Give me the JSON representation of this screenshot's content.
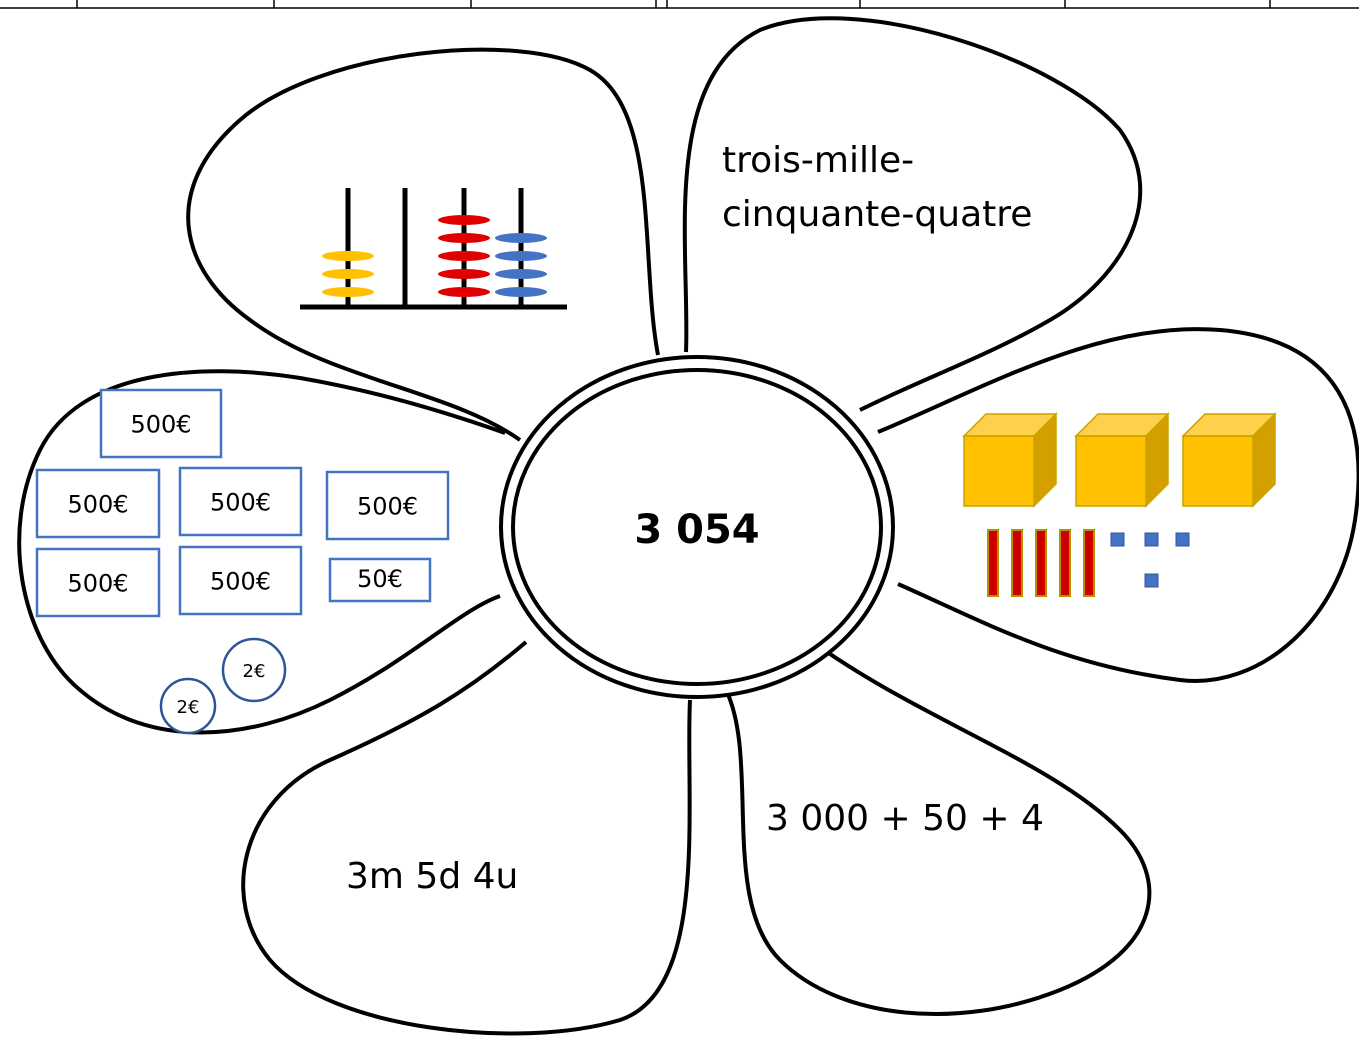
{
  "flower": {
    "center_number": "3 054",
    "petals": {
      "words": {
        "line1": "trois-mille-",
        "line2": "cinquante-quatre"
      },
      "decomposition_units": "3m 5d 4u",
      "expanded_sum": "3 000 + 50 + 4"
    },
    "abacus": {
      "columns": [
        {
          "place": "thousands",
          "beads": 3,
          "color": "#FFC000"
        },
        {
          "place": "hundreds",
          "beads": 0,
          "color": "#000000"
        },
        {
          "place": "tens",
          "beads": 5,
          "color": "#E00000"
        },
        {
          "place": "units",
          "beads": 4,
          "color": "#4472C4"
        }
      ]
    },
    "base_ten_blocks": {
      "cubes": 3,
      "cube_color": "#FFC000",
      "rods": 5,
      "rod_color": "#CC0000",
      "units": 4,
      "unit_color": "#4472C4"
    },
    "money": {
      "notes": [
        "500€",
        "500€",
        "500€",
        "500€",
        "500€",
        "500€",
        "50€"
      ],
      "coins": [
        "2€",
        "2€"
      ],
      "note_border_color": "#4472C4",
      "coin_border_color": "#2F5597"
    }
  }
}
